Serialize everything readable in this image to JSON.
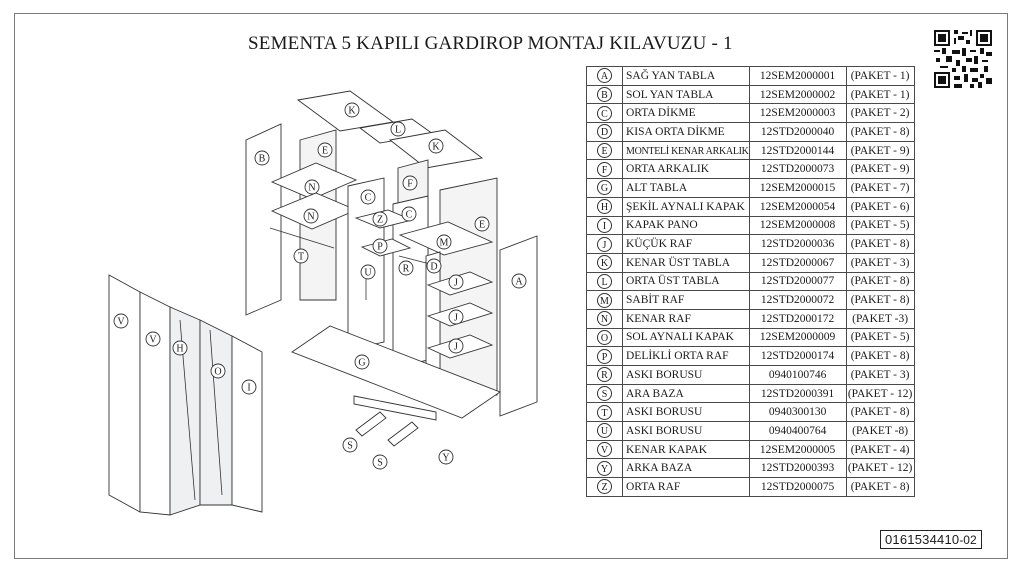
{
  "title": "SEMENTA 5 KAPILI GARDIROP MONTAJ KILAVUZU - 1",
  "doc_number": {
    "main": "0161534410",
    "suffix": "-02"
  },
  "qr_icon": "qr-code-icon",
  "parts": [
    {
      "letter": "A",
      "name": "SAĞ YAN TABLA",
      "code": "12SEM2000001",
      "package": "(PAKET - 1)"
    },
    {
      "letter": "B",
      "name": "SOL YAN TABLA",
      "code": "12SEM2000002",
      "package": "(PAKET - 1)"
    },
    {
      "letter": "C",
      "name": "ORTA DİKME",
      "code": "12SEM2000003",
      "package": "(PAKET - 2)"
    },
    {
      "letter": "D",
      "name": "KISA ORTA DİKME",
      "code": "12STD2000040",
      "package": "(PAKET - 8)"
    },
    {
      "letter": "E",
      "name": "MONTELİ KENAR ARKALIK",
      "code": "12STD2000144",
      "package": "(PAKET - 9)"
    },
    {
      "letter": "F",
      "name": "ORTA ARKALIK",
      "code": "12STD2000073",
      "package": "(PAKET - 9)"
    },
    {
      "letter": "G",
      "name": "ALT TABLA",
      "code": "12SEM2000015",
      "package": "(PAKET - 7)"
    },
    {
      "letter": "H",
      "name": "ŞEKİL AYNALI KAPAK",
      "code": "12SEM2000054",
      "package": "(PAKET - 6)"
    },
    {
      "letter": "I",
      "name": "KAPAK PANO",
      "code": "12SEM2000008",
      "package": "(PAKET - 5)"
    },
    {
      "letter": "J",
      "name": "KÜÇÜK RAF",
      "code": "12STD2000036",
      "package": "(PAKET - 8)"
    },
    {
      "letter": "K",
      "name": "KENAR ÜST TABLA",
      "code": "12STD2000067",
      "package": "(PAKET - 3)"
    },
    {
      "letter": "L",
      "name": "ORTA ÜST TABLA",
      "code": "12STD2000077",
      "package": "(PAKET - 8)"
    },
    {
      "letter": "M",
      "name": "SABİT RAF",
      "code": "12STD2000072",
      "package": "(PAKET - 8)"
    },
    {
      "letter": "N",
      "name": "KENAR RAF",
      "code": "12STD2000172",
      "package": "(PAKET -3)"
    },
    {
      "letter": "O",
      "name": "SOL AYNALI KAPAK",
      "code": "12SEM2000009",
      "package": "(PAKET - 5)"
    },
    {
      "letter": "P",
      "name": "DELİKLİ ORTA RAF",
      "code": "12STD2000174",
      "package": "(PAKET - 8)"
    },
    {
      "letter": "R",
      "name": "ASKI BORUSU",
      "code": "0940100746",
      "package": "(PAKET - 3)"
    },
    {
      "letter": "S",
      "name": "ARA  BAZA",
      "code": "12STD2000391",
      "package": "(PAKET - 12)"
    },
    {
      "letter": "T",
      "name": "ASKI BORUSU",
      "code": "0940300130",
      "package": "(PAKET - 8)"
    },
    {
      "letter": "U",
      "name": "ASKI BORUSU",
      "code": "0940400764",
      "package": "(PAKET -8)"
    },
    {
      "letter": "V",
      "name": "KENAR KAPAK",
      "code": "12SEM2000005",
      "package": "(PAKET - 4)"
    },
    {
      "letter": "Y",
      "name": "ARKA  BAZA",
      "code": "12STD2000393",
      "package": "(PAKET - 12)"
    },
    {
      "letter": "Z",
      "name": "ORTA RAF",
      "code": "12STD2000075",
      "package": "(PAKET - 8)"
    }
  ],
  "callouts": [
    {
      "label": "K"
    },
    {
      "label": "L"
    },
    {
      "label": "K"
    },
    {
      "label": "B"
    },
    {
      "label": "E"
    },
    {
      "label": "N"
    },
    {
      "label": "N"
    },
    {
      "label": "C"
    },
    {
      "label": "F"
    },
    {
      "label": "Z"
    },
    {
      "label": "C"
    },
    {
      "label": "E"
    },
    {
      "label": "P"
    },
    {
      "label": "M"
    },
    {
      "label": "T"
    },
    {
      "label": "U"
    },
    {
      "label": "R"
    },
    {
      "label": "D"
    },
    {
      "label": "J"
    },
    {
      "label": "A"
    },
    {
      "label": "J"
    },
    {
      "label": "J"
    },
    {
      "label": "V"
    },
    {
      "label": "V"
    },
    {
      "label": "H"
    },
    {
      "label": "O"
    },
    {
      "label": "I"
    },
    {
      "label": "G"
    },
    {
      "label": "S"
    },
    {
      "label": "S"
    },
    {
      "label": "Y"
    }
  ]
}
